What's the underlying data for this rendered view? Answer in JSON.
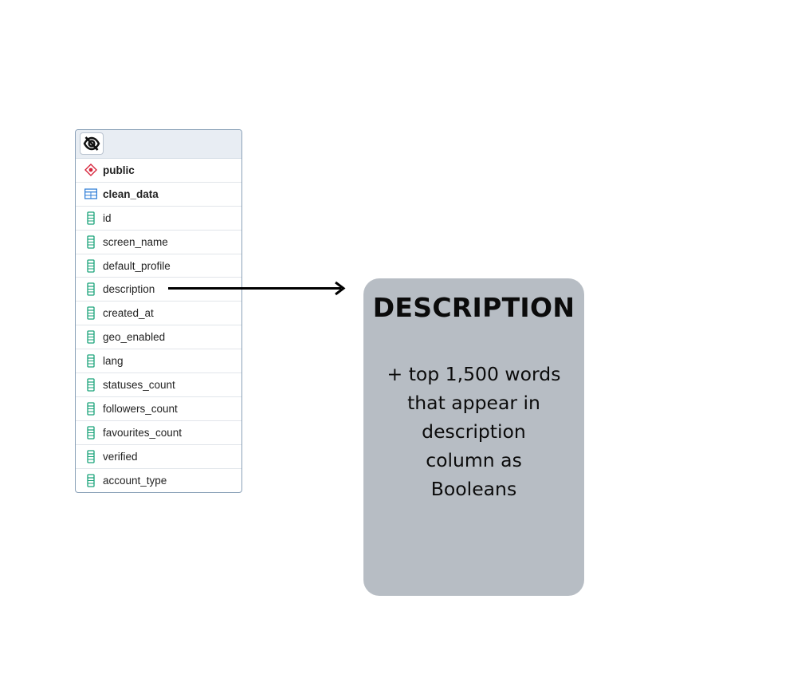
{
  "tree": {
    "toolbar_icon": "eye-slash-icon",
    "schema": {
      "label": "public",
      "icon": "schema-icon"
    },
    "table": {
      "label": "clean_data",
      "icon": "table-icon"
    },
    "columns": [
      "id",
      "screen_name",
      "default_profile",
      "description",
      "created_at",
      "geo_enabled",
      "lang",
      "statuses_count",
      "followers_count",
      "favourites_count",
      "verified",
      "account_type"
    ],
    "column_icon": "column-icon"
  },
  "callout": {
    "title": "DESCRIPTION",
    "body_lines": [
      "+ top 1,500 words",
      "that appear in",
      "description",
      "column as",
      "Booleans"
    ]
  },
  "colors": {
    "card_bg": "#b7bdc4",
    "column_icon": "#1aa37a",
    "schema_icon": "#d7263d",
    "table_icon": "#2b7bd6"
  }
}
